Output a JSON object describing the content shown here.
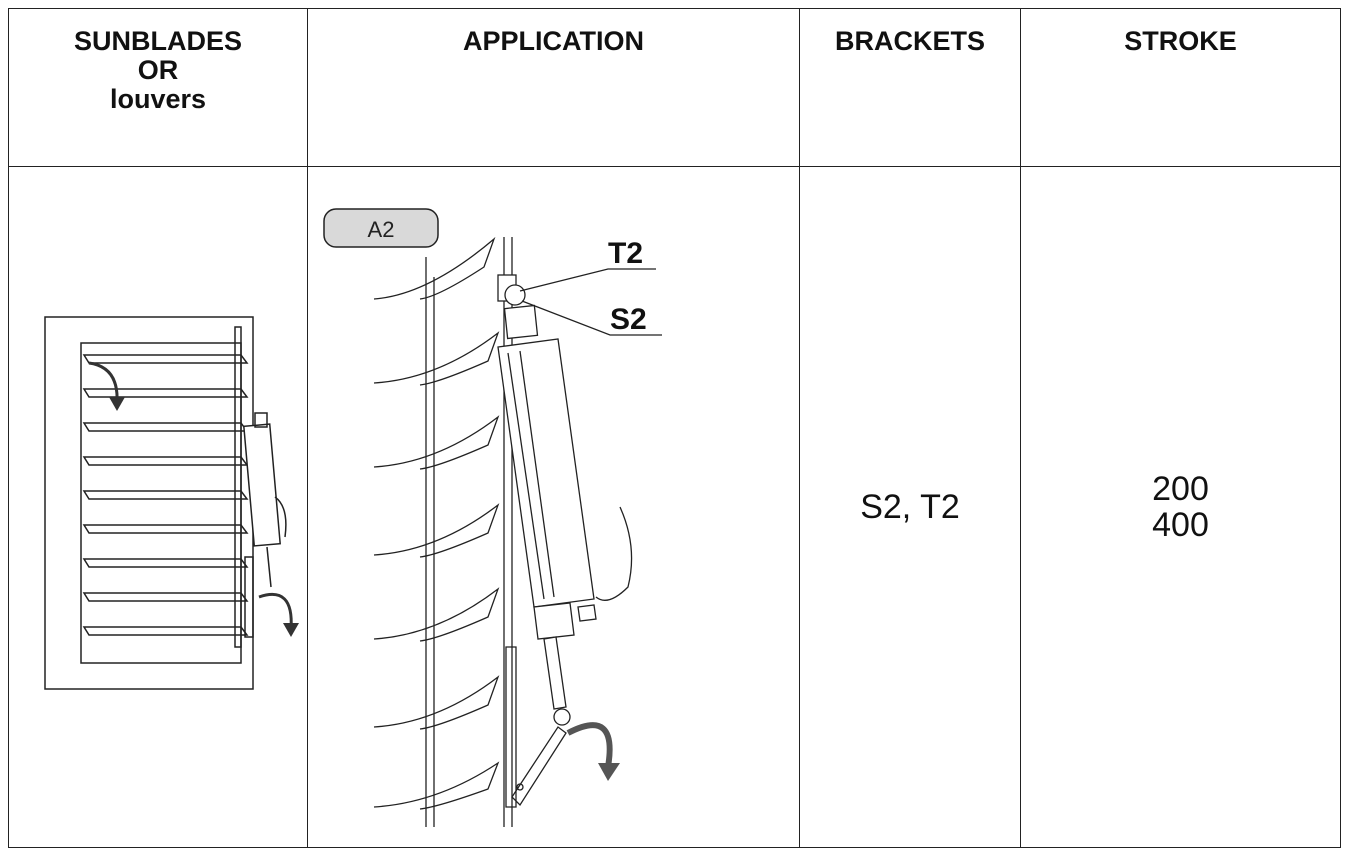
{
  "headers": {
    "col1_lines": [
      "SUNBLADES",
      "OR",
      "louvers"
    ],
    "col2": "APPLICATION",
    "col3": "BRACKETS",
    "col4": "STROKE"
  },
  "application": {
    "tag": "A2",
    "callout_top": "T2",
    "callout_bottom": "S2"
  },
  "brackets": "S2, T2",
  "stroke": [
    "200",
    "400"
  ]
}
